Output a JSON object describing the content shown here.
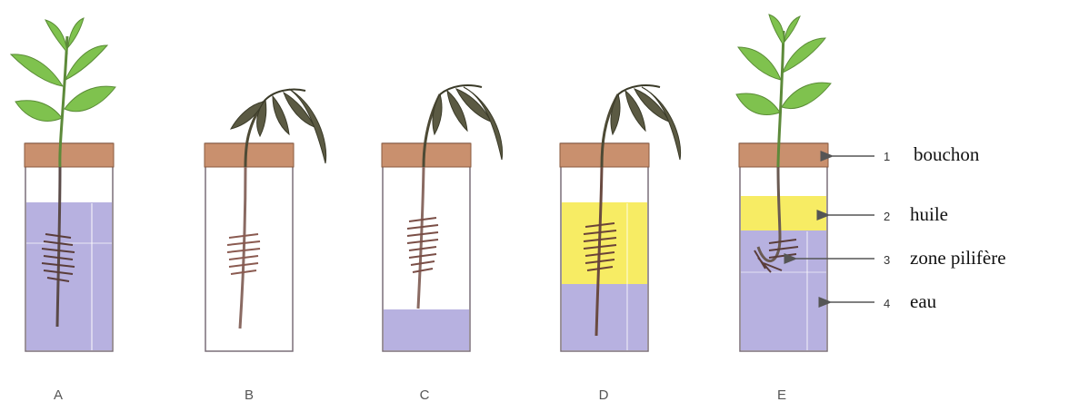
{
  "colors": {
    "cork": "#c9906e",
    "water": "#b7b1e0",
    "oil": "#f7ec64",
    "leaf_green": "#7fc24e",
    "leaf_wilted": "#5b5a43",
    "root": "#6a4a40"
  },
  "tubes": [
    {
      "letter": "A",
      "state": "healthy",
      "contents": "water"
    },
    {
      "letter": "B",
      "state": "wilted",
      "contents": "empty"
    },
    {
      "letter": "C",
      "state": "wilted",
      "contents": "little-water"
    },
    {
      "letter": "D",
      "state": "wilted",
      "contents": "oil-over-water"
    },
    {
      "letter": "E",
      "state": "healthy",
      "contents": "oil-over-water-root-in-water"
    }
  ],
  "legend": [
    {
      "number": "1",
      "label": "bouchon"
    },
    {
      "number": "2",
      "label": "huile"
    },
    {
      "number": "3",
      "label": "zone pilifère"
    },
    {
      "number": "4",
      "label": "eau"
    }
  ]
}
